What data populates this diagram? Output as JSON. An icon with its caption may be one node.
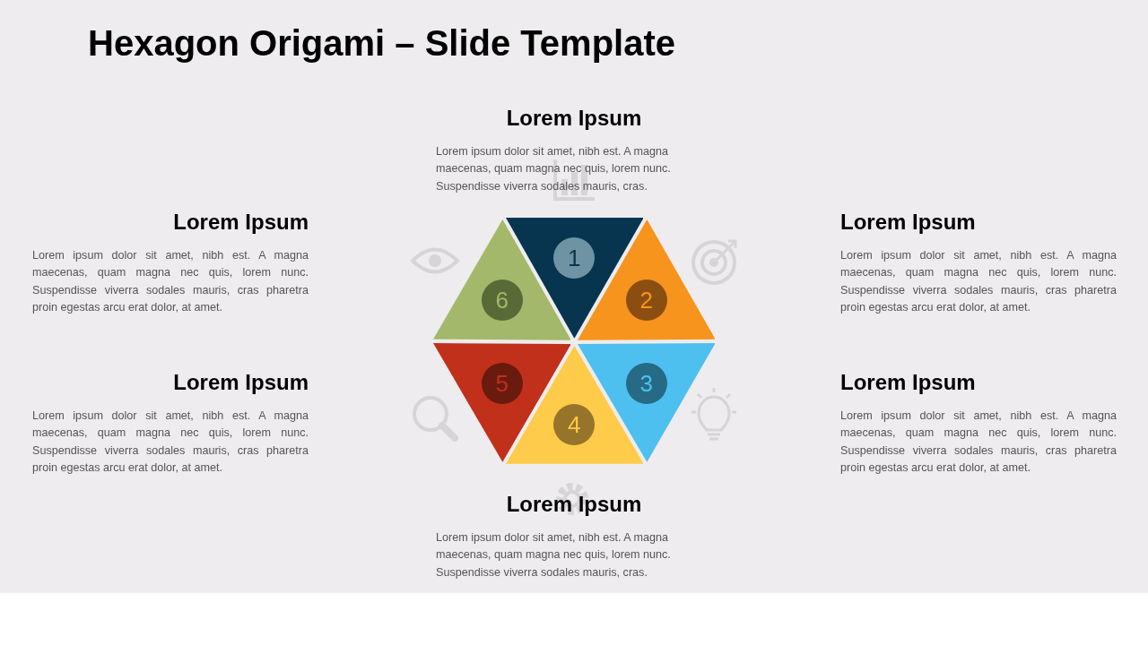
{
  "diagram": {
    "title": "Hexagon Origami – Slide Template",
    "nodes": [
      {
        "text": [
          "1"
        ]
      },
      {
        "text": [
          "2"
        ]
      },
      {
        "text": [
          "3"
        ]
      },
      {
        "text": [
          "4"
        ]
      },
      {
        "text": [
          "5"
        ]
      },
      {
        "text": [
          "6"
        ]
      }
    ],
    "labels": [
      "Lorem Ipsum",
      "Lorem ipsum dolor sit amet, nibh est. A magna maecenas, quam magna nec quis, lorem nunc. Suspendisse viverra sodales mauris, cras.",
      "Lorem Ipsum",
      "Lorem ipsum dolor sit amet, nibh est. A magna maecenas, quam magna nec quis, lorem nunc. Suspendisse viverra sodales mauris, cras pharetra proin egestas arcu erat dolor, at amet.",
      "Lorem Ipsum",
      "Lorem ipsum dolor sit amet, nibh est. A magna maecenas, quam magna nec quis, lorem nunc. Suspendisse viverra sodales mauris, cras pharetra proin egestas arcu erat dolor, at amet.",
      "Lorem Ipsum",
      "Lorem ipsum dolor sit amet, nibh est. A magna maecenas, quam magna nec quis, lorem nunc. Suspendisse viverra sodales mauris, cras pharetra proin egestas arcu erat dolor, at amet.",
      "Lorem Ipsum",
      "Lorem ipsum dolor sit amet, nibh est. A magna maecenas, quam magna nec quis, lorem nunc. Suspendisse viverra sodales mauris, cras pharetra proin egestas arcu erat dolor, at amet.",
      "Lorem Ipsum",
      "Lorem ipsum dolor sit amet, nibh est. A magna maecenas, quam magna nec quis, lorem nunc. Suspendisse viverra sodales mauris, cras."
    ]
  }
}
